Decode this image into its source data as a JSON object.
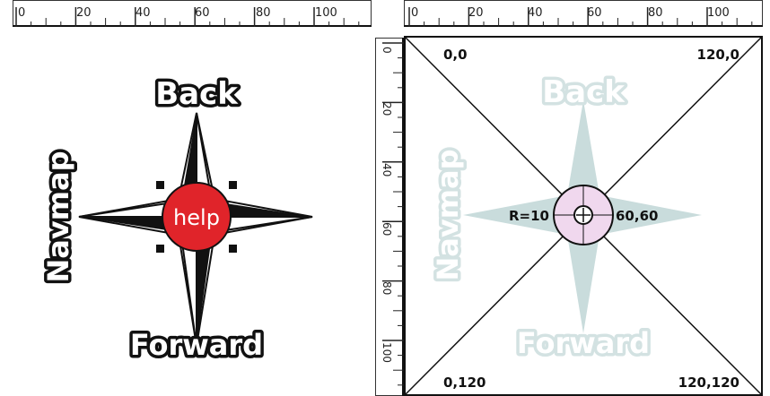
{
  "left_ruler_ticks": [
    "0",
    "20",
    "40",
    "60",
    "80",
    "100"
  ],
  "right_ruler_ticks": [
    "0",
    "20",
    "40",
    "60",
    "80",
    "100"
  ],
  "vertical_ruler_ticks": [
    "0",
    "20",
    "40",
    "60",
    "80",
    "100"
  ],
  "compass": {
    "back_label": "Back",
    "forward_label": "Forward",
    "navmap_label": "Navmap",
    "help_label": "help"
  },
  "coordinate_map": {
    "top_left": "0,0",
    "top_right": "120,0",
    "bottom_left": "0,120",
    "bottom_right": "120,120",
    "radius_label": "R=10",
    "center_label": "60,60"
  },
  "colors": {
    "star_dark": "#111111",
    "help_red": "#e0242a",
    "faded_star": "#c9dcdc",
    "circle_fill": "#f0d8ee"
  }
}
